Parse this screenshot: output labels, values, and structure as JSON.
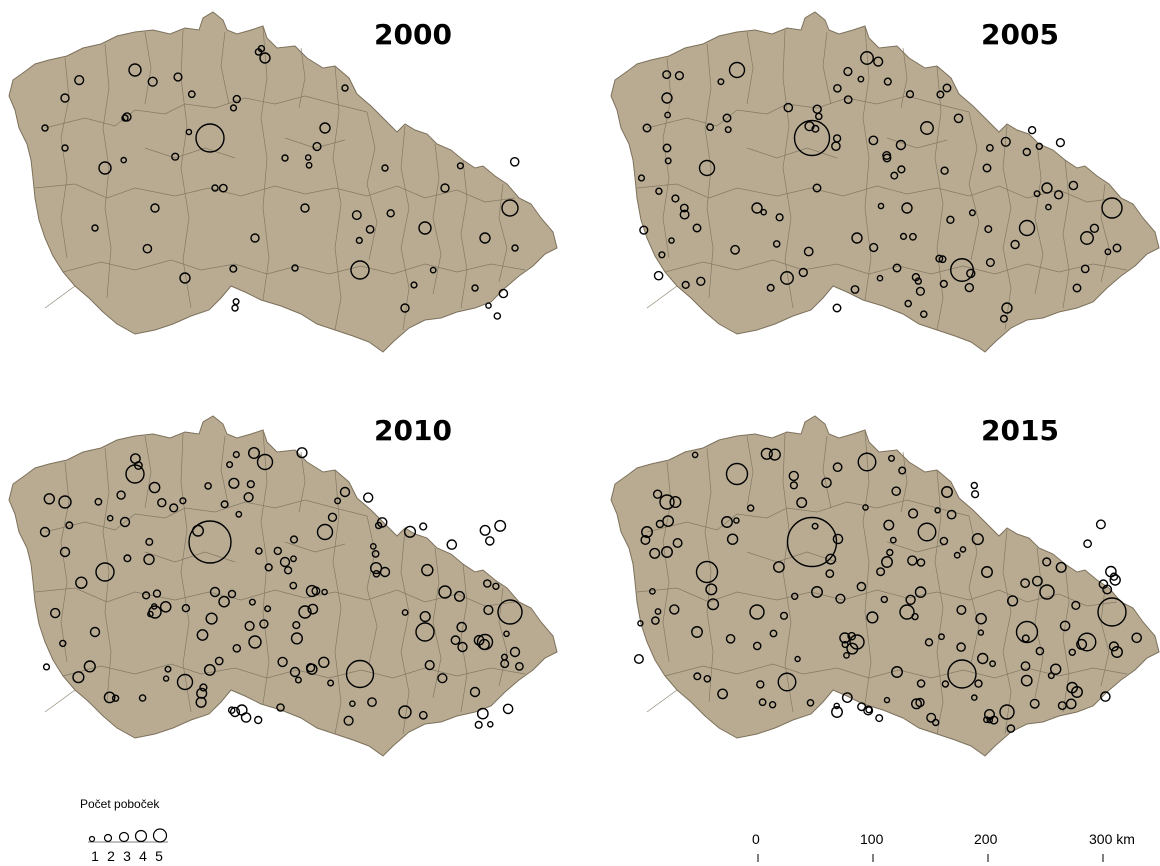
{
  "panels": [
    {
      "year": "2000"
    },
    {
      "year": "2005"
    },
    {
      "year": "2010"
    },
    {
      "year": "2015"
    }
  ],
  "legend": {
    "title": "Počet poboček",
    "values": [
      "1",
      "2",
      "3",
      "4",
      "5"
    ]
  },
  "scale_bar": {
    "labels": [
      "0",
      "100",
      "200",
      "300 km"
    ]
  },
  "colors": {
    "land": "#b8ab92",
    "border": "#8a7d66",
    "circle": "#000000"
  }
}
